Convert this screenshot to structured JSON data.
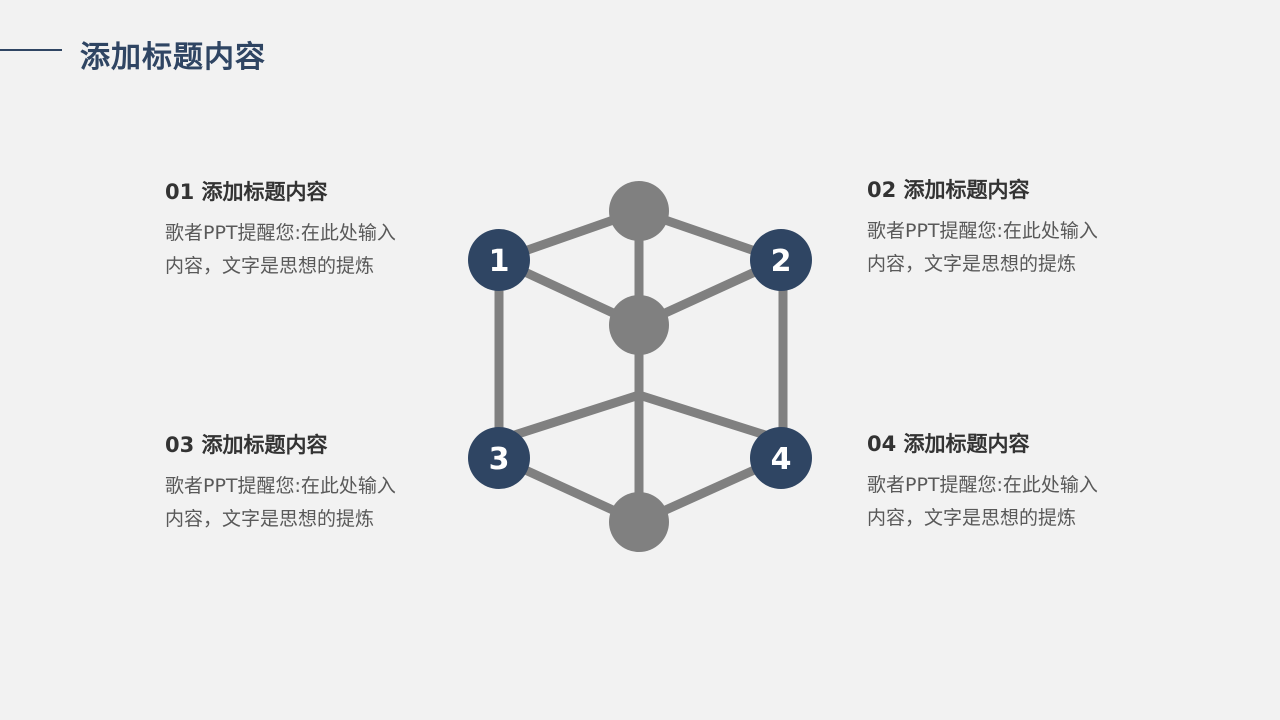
{
  "title": "添加标题内容",
  "blocks": [
    {
      "heading": "01 添加标题内容",
      "body": "歌者PPT提醒您:在此处输入内容，文字是思想的提炼"
    },
    {
      "heading": "02 添加标题内容",
      "body": "歌者PPT提醒您:在此处输入内容，文字是思想的提炼"
    },
    {
      "heading": "03 添加标题内容",
      "body": "歌者PPT提醒您:在此处输入内容，文字是思想的提炼"
    },
    {
      "heading": "04 添加标题内容",
      "body": "歌者PPT提醒您:在此处输入内容，文字是思想的提炼"
    }
  ],
  "diagram": {
    "node_labels": [
      "1",
      "2",
      "3",
      "4"
    ],
    "colors": {
      "edge": "#808080",
      "gray_node": "#808080",
      "blue_node": "#2f4563",
      "title": "#2f4563"
    }
  }
}
